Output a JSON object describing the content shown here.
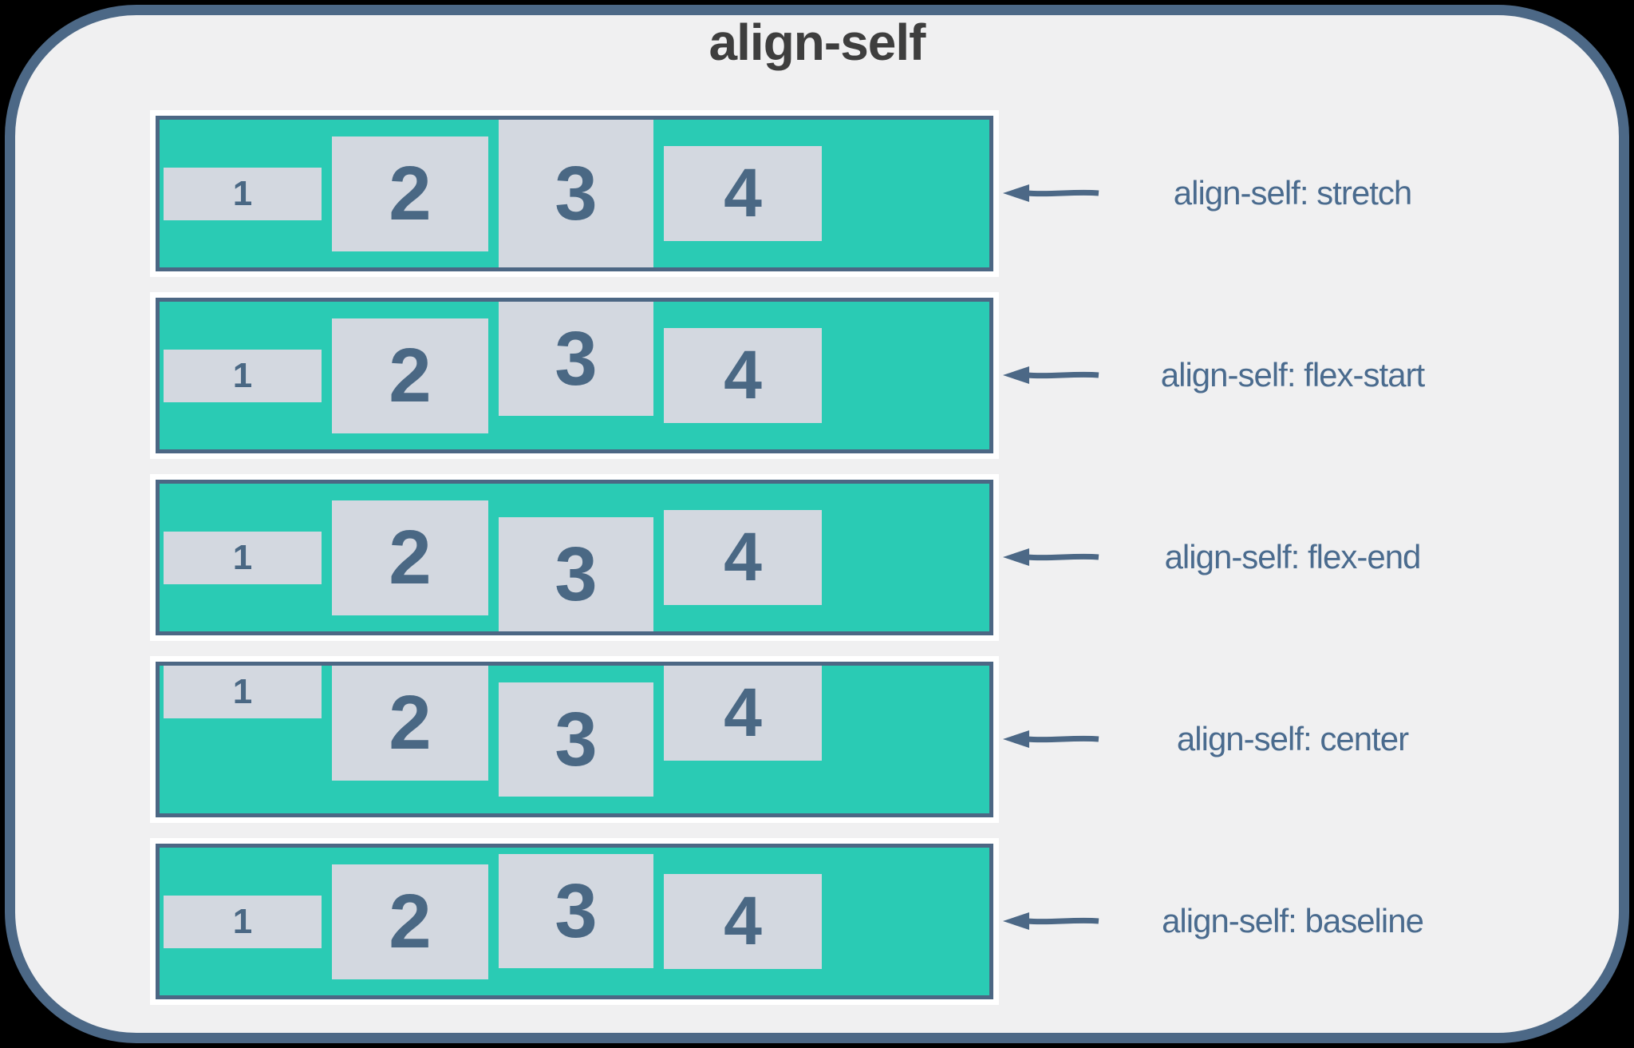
{
  "title": "align-self",
  "rows": [
    {
      "label": "align-self: stretch",
      "align": "stretch",
      "items": [
        "1",
        "2",
        "3",
        "4"
      ]
    },
    {
      "label": "align-self: flex-start",
      "align": "flex-start",
      "items": [
        "1",
        "2",
        "3",
        "4"
      ]
    },
    {
      "label": "align-self: flex-end",
      "align": "flex-end",
      "items": [
        "1",
        "2",
        "3",
        "4"
      ]
    },
    {
      "label": "align-self: center",
      "align": "center",
      "items": [
        "1",
        "2",
        "3",
        "4"
      ]
    },
    {
      "label": "align-self: baseline",
      "align": "baseline",
      "items": [
        "1",
        "2",
        "3",
        "4"
      ]
    }
  ],
  "colors": {
    "panel_background": "#f0f0f1",
    "panel_border": "#4c6886",
    "row_frame": "#ffffff",
    "container_fill": "#2acbb4",
    "container_border": "#4c6784",
    "item_fill": "#d3d8e0",
    "digit_text": "#4a6884",
    "label_text": "#4a6b8e",
    "title_text": "#3e3e3e"
  }
}
